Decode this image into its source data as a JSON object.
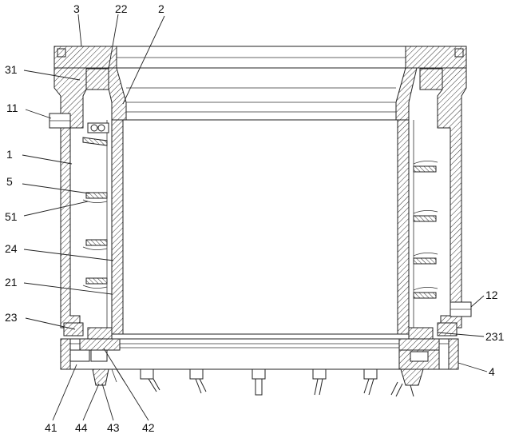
{
  "labels": {
    "l3": "3",
    "l22": "22",
    "l2": "2",
    "l31": "31",
    "l11": "11",
    "l1": "1",
    "l5": "5",
    "l51": "51",
    "l24": "24",
    "l21": "21",
    "l23": "23",
    "l12": "12",
    "l231": "231",
    "l4": "4",
    "l41": "41",
    "l44": "44",
    "l43": "43",
    "l42": "42"
  }
}
